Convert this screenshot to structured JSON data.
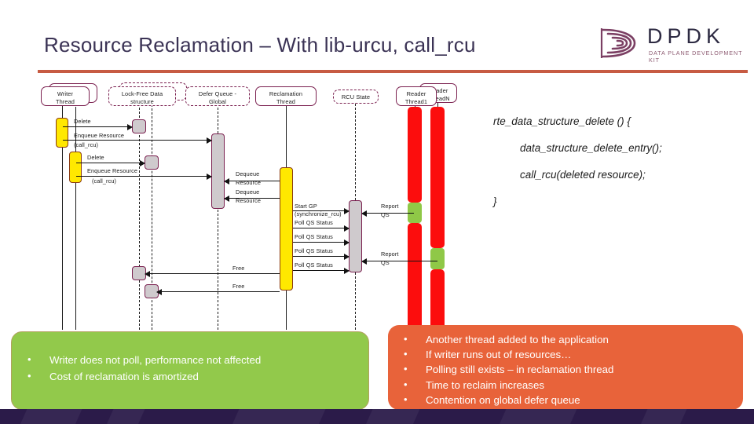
{
  "slide": {
    "title": "Resource Reclamation – With lib-urcu, call_rcu",
    "accent_rule_color": "#c75b43",
    "footer_color": "#2b1b49"
  },
  "logo": {
    "wordmark": "DPDK",
    "tagline": "DATA PLANE DEVELOPMENT KIT",
    "mark_icon": "dpdk-swirl-icon",
    "wordmark_color": "#2d2a42",
    "mark_color": "#7b3f63"
  },
  "diagram": {
    "type": "sequence-diagram",
    "lifelines": [
      {
        "id": "writer-thread",
        "label": "Writer\nThread",
        "style": "solid",
        "stacked": true
      },
      {
        "id": "lock-free-data",
        "label": "Lock-Free Data\nstructure",
        "style": "dashed",
        "stacked": true
      },
      {
        "id": "defer-queue",
        "label": "Defer Queue -\nGlobal",
        "style": "dashed",
        "stacked": false
      },
      {
        "id": "reclamation",
        "label": "Reclamation\nThread",
        "style": "solid",
        "stacked": false
      },
      {
        "id": "rcu-state",
        "label": "RCU State",
        "style": "dashed",
        "stacked": false
      },
      {
        "id": "reader-thread-1",
        "label": "Reader\nThread1",
        "style": "solid",
        "stacked": false
      },
      {
        "id": "reader-thread-n",
        "label": "Reader\nThreadN",
        "style": "solid",
        "stacked": false
      }
    ],
    "messages": [
      {
        "id": "m1",
        "label": "Delete"
      },
      {
        "id": "m2",
        "label": "Enqueue Resource\n(call_rcu)"
      },
      {
        "id": "m3",
        "label": "Delete"
      },
      {
        "id": "m4",
        "label": "Enqueue Resource\n(call_rcu)"
      },
      {
        "id": "m5",
        "label": "Dequeue\nResource"
      },
      {
        "id": "m6",
        "label": "Dequeue\nResource"
      },
      {
        "id": "m7",
        "label": "Start GP\n(synchronize_rcu)"
      },
      {
        "id": "m8",
        "label": "Poll QS Status"
      },
      {
        "id": "m9",
        "label": "Poll QS Status"
      },
      {
        "id": "m10",
        "label": "Poll QS Status"
      },
      {
        "id": "m11",
        "label": "Poll QS Status"
      },
      {
        "id": "m12",
        "label": "Report\nQS"
      },
      {
        "id": "m13",
        "label": "Report\nQS"
      },
      {
        "id": "m14",
        "label": "Free"
      },
      {
        "id": "m15",
        "label": "Free"
      }
    ],
    "labels": {
      "delete": "Delete",
      "enqueue_l1": "Enqueue Resource",
      "enqueue_l2": "(call_rcu)",
      "dequeue_l1": "Dequeue",
      "dequeue_l2": "Resource",
      "start_gp_l1": "Start GP",
      "start_gp_l2": "(synchronize_rcu)",
      "poll_qs": "Poll QS Status",
      "report_l1": "Report",
      "report_l2": "QS",
      "free": "Free"
    },
    "colors": {
      "writer_activation": "#ffe800",
      "data_activation": "#cfcacd",
      "reader_busy": "#fc0d0d",
      "reader_quiescent": "#8fc847",
      "box_border": "#7b2150"
    }
  },
  "code": {
    "line1": "rte_data_structure_delete () {",
    "line2": "data_structure_delete_entry();",
    "line3": "call_rcu(deleted resource);",
    "line4": "}"
  },
  "callout_left": {
    "background": "#92c94b",
    "bullets": [
      "Writer does not poll, performance not affected",
      "Cost of reclamation is amortized"
    ]
  },
  "callout_right": {
    "background": "#e8633a",
    "bullets": [
      "Another thread added to the application",
      "If writer runs out of resources…",
      "Polling still exists – in reclamation thread",
      "Time to reclaim increases",
      "Contention on global defer queue"
    ]
  }
}
